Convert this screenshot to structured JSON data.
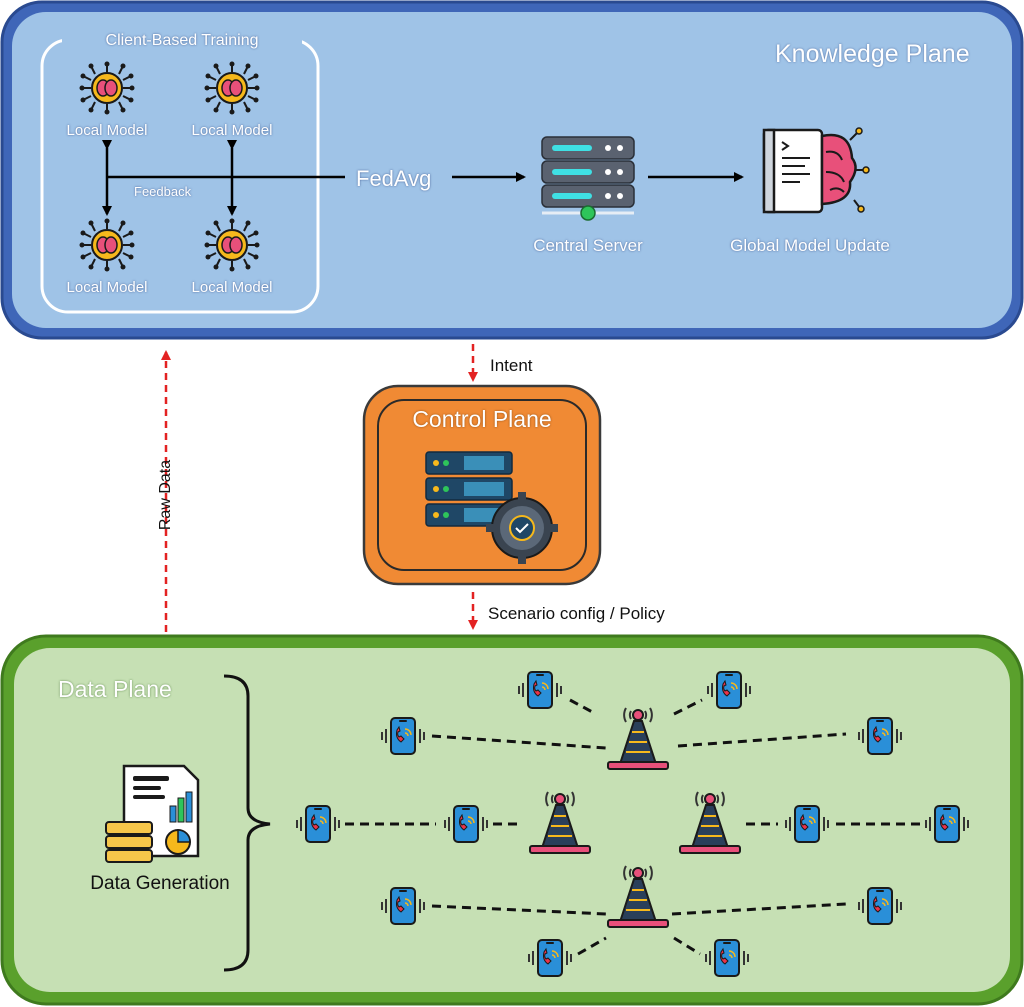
{
  "knowledge_plane": {
    "title": "Knowledge Plane",
    "client_training": {
      "title": "Client-Based Training",
      "local_models": [
        "Local Model",
        "Local Model",
        "Local Model",
        "Local Model"
      ],
      "feedback_label": "Feedback"
    },
    "fedavg_label": "FedAvg",
    "central_server_label": "Central Server",
    "global_model_label": "Global Model Update"
  },
  "flows": {
    "intent_label": "Intent",
    "raw_data_label": "Raw Data",
    "scenario_label": "Scenario config / Policy"
  },
  "control_plane": {
    "title": "Control Plane"
  },
  "data_plane": {
    "title": "Data Plane",
    "data_generation_label": "Data Generation"
  },
  "colors": {
    "knowledge_fill": "#9fc3e7",
    "knowledge_border": "#2f55a4",
    "control_fill": "#f08a34",
    "data_fill": "#c6e0b4",
    "data_border": "#5aa02c",
    "arrow_red": "#e32222"
  }
}
